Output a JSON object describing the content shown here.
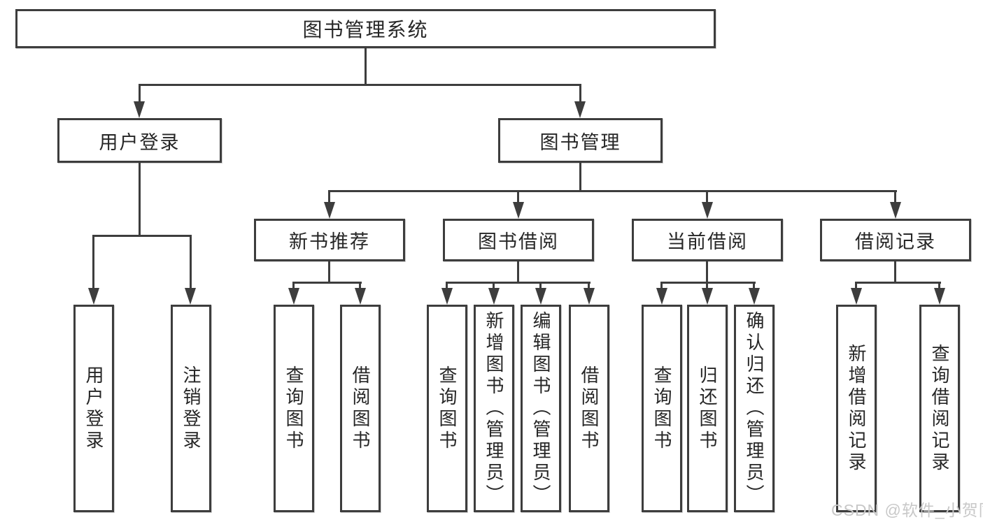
{
  "diagram": {
    "title": "图书管理系统",
    "nodes": {
      "root": "图书管理系统",
      "login": "用户登录",
      "book_mgmt": "图书管理",
      "new_books": "新书推荐",
      "book_borrow": "图书借阅",
      "current_borrow": "当前借阅",
      "borrow_records": "借阅记录",
      "leaves": {
        "login": [
          "用户登录",
          "注销登录"
        ],
        "new_books": [
          "查询图书",
          "借阅图书"
        ],
        "book_borrow": [
          "查询图书",
          "新增图书（管理员）",
          "编辑图书（管理员）",
          "借阅图书"
        ],
        "current_borrow": [
          "查询图书",
          "归还图书",
          "确认归还（管理员）"
        ],
        "borrow_records": [
          "新增借阅记录",
          "查询借阅记录"
        ]
      }
    },
    "type": "hierarchy-tree"
  },
  "watermark": "CSDN @软件_小贺同学",
  "colors": {
    "line": "#3d3d3d",
    "text": "#262626",
    "watermark": "#c8c8c8",
    "background": "#ffffff"
  }
}
